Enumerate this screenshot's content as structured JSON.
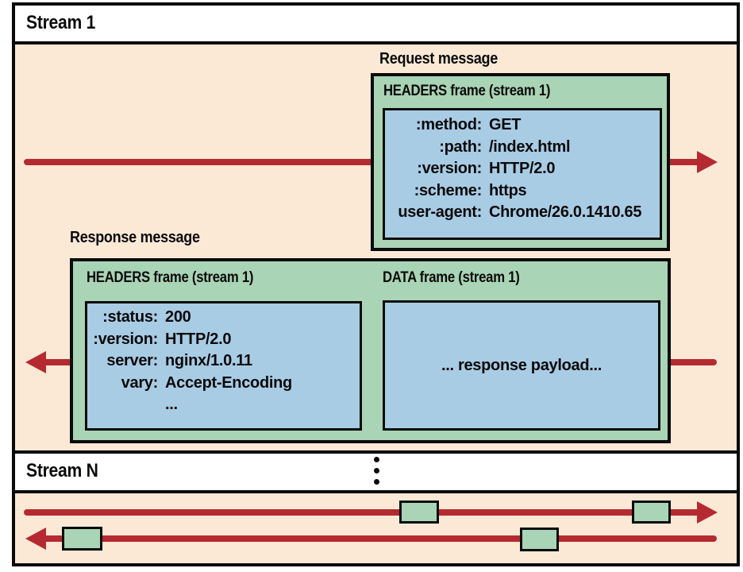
{
  "colors": {
    "peach": "#fbe9d6",
    "green": "#a9d4b5",
    "blue": "#a9cce5",
    "red": "#b52a30",
    "ink": "#0a0a0a"
  },
  "streams": {
    "stream1_label": "Stream 1",
    "streamN_label": "Stream N"
  },
  "request": {
    "title": "Request message",
    "frame_title": "HEADERS frame (stream 1)",
    "headers": [
      {
        "key": ":method:",
        "value": "GET"
      },
      {
        "key": ":path:",
        "value": "/index.html"
      },
      {
        "key": ":version:",
        "value": "HTTP/2.0"
      },
      {
        "key": ":scheme:",
        "value": "https"
      },
      {
        "key": "user-agent:",
        "value": "Chrome/26.0.1410.65"
      }
    ]
  },
  "response": {
    "title": "Response message",
    "headers_frame_title": "HEADERS frame (stream 1)",
    "data_frame_title": "DATA frame (stream 1)",
    "headers": [
      {
        "key": ":status:",
        "value": "200"
      },
      {
        "key": ":version:",
        "value": "HTTP/2.0"
      },
      {
        "key": "server:",
        "value": "nginx/1.0.11"
      },
      {
        "key": "vary:",
        "value": "Accept-Encoding"
      },
      {
        "key": "",
        "value": "..."
      }
    ],
    "payload": "... response payload..."
  },
  "icons": {
    "request_arrow": "red right-arrow",
    "response_arrow": "red left-arrow",
    "stream_n_more": "vertical-ellipsis dots"
  }
}
